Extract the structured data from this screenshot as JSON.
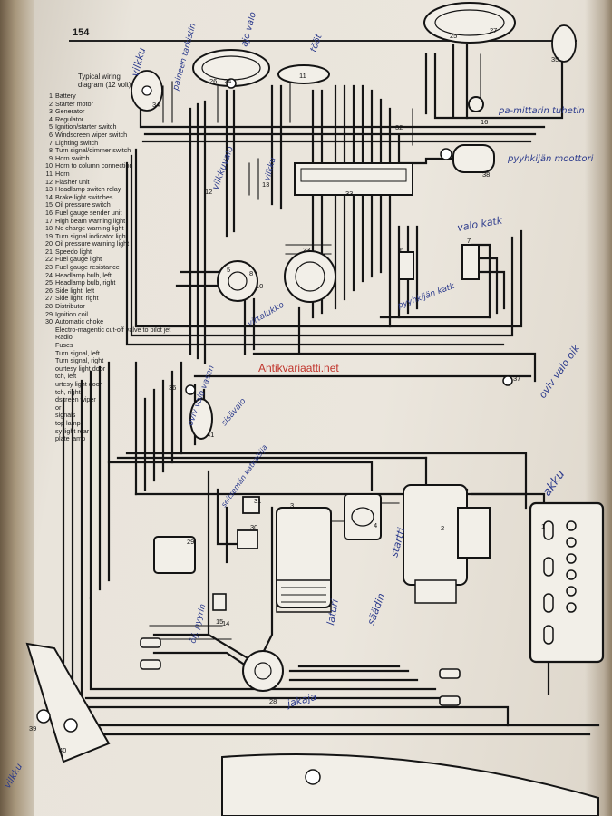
{
  "page_number": "154",
  "legend": {
    "title": "Typical wiring diagram (12 volt)",
    "items": [
      {
        "num": "1",
        "label": "Battery"
      },
      {
        "num": "2",
        "label": "Starter motor"
      },
      {
        "num": "3",
        "label": "Generator"
      },
      {
        "num": "4",
        "label": "Regulator"
      },
      {
        "num": "5",
        "label": "Ignition/starter switch"
      },
      {
        "num": "6",
        "label": "Windscreen wiper switch"
      },
      {
        "num": "7",
        "label": "Lighting switch"
      },
      {
        "num": "8",
        "label": "Turn signal/dimmer switch"
      },
      {
        "num": "9",
        "label": "Horn switch"
      },
      {
        "num": "10",
        "label": "Horn to column connection"
      },
      {
        "num": "11",
        "label": "Horn"
      },
      {
        "num": "12",
        "label": "Flasher unit"
      },
      {
        "num": "13",
        "label": "Headlamp switch relay"
      },
      {
        "num": "14",
        "label": "Brake light switches"
      },
      {
        "num": "15",
        "label": "Oil pressure switch"
      },
      {
        "num": "16",
        "label": "Fuel gauge sender unit"
      },
      {
        "num": "17",
        "label": "High beam warning light"
      },
      {
        "num": "18",
        "label": "No charge warning light"
      },
      {
        "num": "19",
        "label": "Turn signal indicator light"
      },
      {
        "num": "20",
        "label": "Oil pressure warning light"
      },
      {
        "num": "21",
        "label": "Speedo light"
      },
      {
        "num": "22",
        "label": "Fuel gauge light"
      },
      {
        "num": "23",
        "label": "Fuel gauge resistance"
      },
      {
        "num": "24",
        "label": "Headlamp bulb, left"
      },
      {
        "num": "25",
        "label": "Headlamp bulb, right"
      },
      {
        "num": "26",
        "label": "Side light, left"
      },
      {
        "num": "27",
        "label": "Side light, right"
      },
      {
        "num": "28",
        "label": "Distributor"
      },
      {
        "num": "29",
        "label": "Ignition coil"
      },
      {
        "num": "30",
        "label": "Automatic choke"
      },
      {
        "num": "",
        "label": "Electro-magentic cut-off valve to pilot jet"
      },
      {
        "num": "",
        "label": "Radio"
      },
      {
        "num": "",
        "label": "Fuses"
      },
      {
        "num": "",
        "label": "Turn signal, left"
      },
      {
        "num": "",
        "label": "Turn signal, right"
      },
      {
        "num": "",
        "label": "ourtesy light door"
      },
      {
        "num": "",
        "label": "tch, left"
      },
      {
        "num": "",
        "label": "urtesy light door"
      },
      {
        "num": "",
        "label": "tch, right"
      },
      {
        "num": "",
        "label": "dscreen wiper"
      },
      {
        "num": "",
        "label": "or"
      },
      {
        "num": "",
        "label": "signals"
      },
      {
        "num": "",
        "label": "top lamps"
      },
      {
        "num": "",
        "label": "sy light rear"
      },
      {
        "num": "",
        "label": "plate lamp"
      }
    ]
  },
  "component_numbers": [
    "1",
    "2",
    "3",
    "4",
    "5",
    "6",
    "7",
    "8",
    "10",
    "11",
    "12",
    "13",
    "14",
    "15",
    "16",
    "23",
    "24",
    "25",
    "26",
    "27",
    "28",
    "29",
    "30",
    "31",
    "32",
    "33",
    "34",
    "35",
    "36",
    "37",
    "38",
    "39",
    "40",
    "41"
  ],
  "handwritten_notes": [
    "vilkku",
    "paineen tarkistin",
    "ajo valo",
    "tööt",
    "pa-mittarin tuhetin",
    "pyyhkijän moottori",
    "vilkkuvalo",
    "valo katk",
    "pyyhkijän katk",
    "virtalukko",
    "vilkku",
    "sisävalo",
    "oviv valo vasen",
    "oviv valo oik",
    "seitsemän katkaisija",
    "laturi",
    "säädin",
    "startti",
    "akku",
    "ölj. pyyrin",
    "jakaja",
    "vilkku"
  ],
  "watermark": "Antikvariaatti.net",
  "colors": {
    "wire": "#141414",
    "ink": "#2b3a8c",
    "watermark": "#c0342b"
  }
}
